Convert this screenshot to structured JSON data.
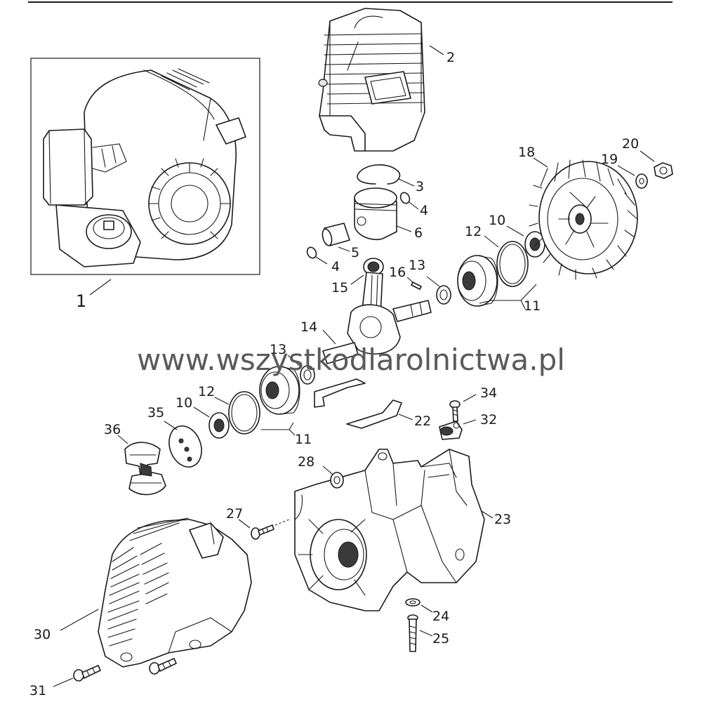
{
  "watermark": "www.wszystkodlarolnictwa.pl",
  "labels": {
    "p1": "1",
    "p2": "2",
    "p3": "3",
    "p4a": "4",
    "p4b": "4",
    "p5": "5",
    "p6": "6",
    "p10a": "10",
    "p10b": "10",
    "p11a": "11",
    "p11b": "11",
    "p12a": "12",
    "p12b": "12",
    "p13a": "13",
    "p13b": "13",
    "p14": "14",
    "p15": "15",
    "p16": "16",
    "p18": "18",
    "p19": "19",
    "p20": "20",
    "p22": "22",
    "p23": "23",
    "p24": "24",
    "p25": "25",
    "p27": "27",
    "p28": "28",
    "p30": "30",
    "p31": "31",
    "p32": "32",
    "p34": "34",
    "p35": "35",
    "p36": "36"
  }
}
